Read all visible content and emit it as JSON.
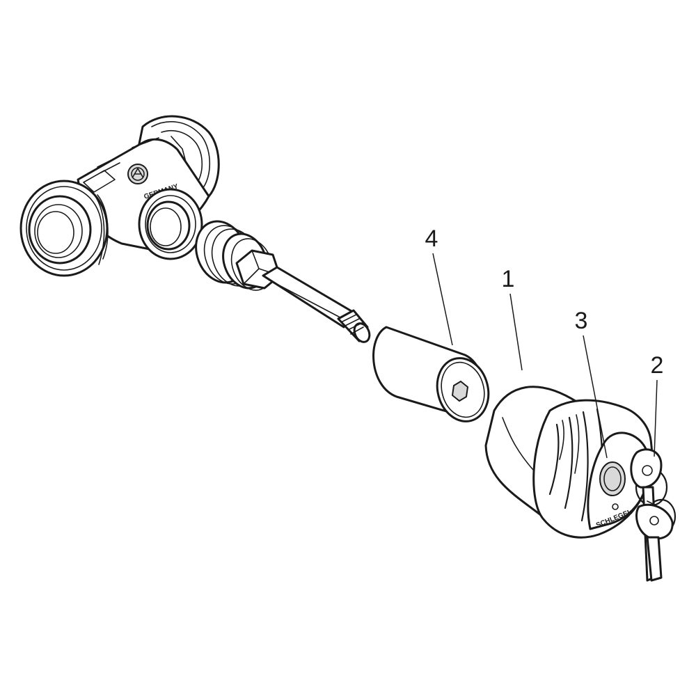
{
  "callouts": [
    {
      "label": "4"
    },
    {
      "label": "1"
    },
    {
      "label": "3"
    },
    {
      "label": "2"
    }
  ],
  "colors": {
    "line": "#1a1a1a",
    "background": "#ffffff",
    "shade": "#d9d9d9"
  },
  "marks": {
    "body_stamp": "GERMANY",
    "lock_stamp": "SCHLEGEL"
  }
}
